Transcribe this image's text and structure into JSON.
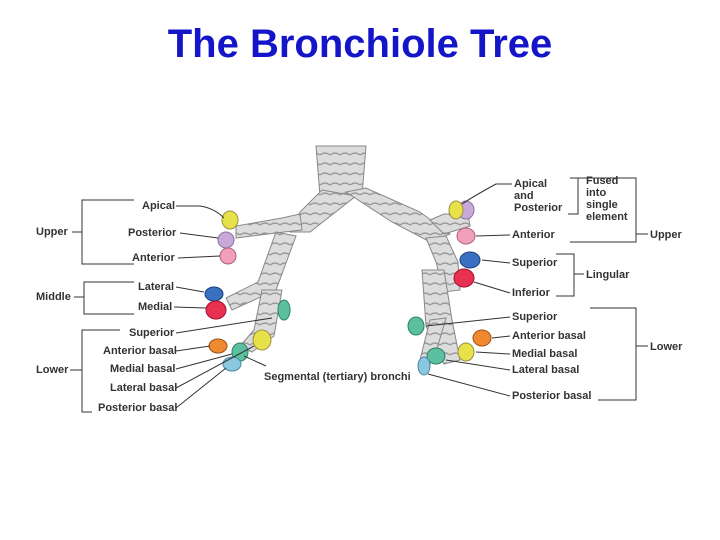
{
  "title": "The Bronchiole Tree",
  "left": {
    "groups": {
      "upper": "Upper",
      "middle": "Middle",
      "lower": "Lower"
    },
    "segments": {
      "apical": "Apical",
      "posterior": "Posterior",
      "anterior": "Anterior",
      "lateral": "Lateral",
      "medial": "Medial",
      "superior": "Superior",
      "anterior_basal": "Anterior basal",
      "medial_basal": "Medial basal",
      "lateral_basal": "Lateral basal",
      "posterior_basal": "Posterior basal"
    }
  },
  "center_label": "Segmental (tertiary) bronchi",
  "right": {
    "groups": {
      "upper": "Upper",
      "lingular": "Lingular",
      "lower": "Lower"
    },
    "fused_note": [
      "Fused",
      "into",
      "single",
      "element"
    ],
    "segments": {
      "apical_posterior": [
        "Apical",
        "and",
        "Posterior"
      ],
      "anterior": "Anterior",
      "superior": "Superior",
      "inferior": "Inferior",
      "superior_lower": "Superior",
      "anterior_basal": "Anterior basal",
      "medial_basal": "Medial basal",
      "lateral_basal": "Lateral basal",
      "posterior_basal": "Posterior basal"
    }
  },
  "segment_colors": {
    "yellow": "#e8e24a",
    "lilac": "#c8a8d8",
    "pink": "#f0a0b8",
    "blue": "#3a70c0",
    "red": "#e83050",
    "teal": "#5cc0a0",
    "orange": "#f08a30",
    "lightblue": "#8ac8e0",
    "airway": "#d8d8d8"
  }
}
